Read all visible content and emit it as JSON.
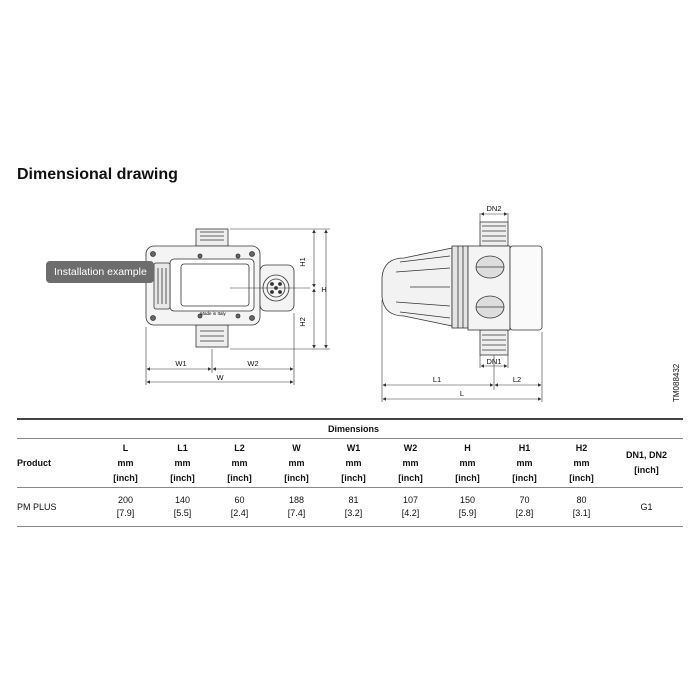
{
  "title": "Dimensional drawing",
  "tooltip": "Installation example",
  "drawing_code": "TM088432",
  "front_view": {
    "dims": {
      "h": "H",
      "h1": "H1",
      "h2": "H2",
      "w": "W",
      "w1": "W1",
      "w2": "W2"
    },
    "badge": "Made in Italy"
  },
  "side_view": {
    "dims": {
      "dn1": "DN1",
      "dn2": "DN2",
      "l": "L",
      "l1": "L1",
      "l2": "L2"
    }
  },
  "table": {
    "group_header": "Dimensions",
    "product_header": "Product",
    "columns": [
      {
        "name": "L",
        "unit1": "mm",
        "unit2": "[inch]"
      },
      {
        "name": "L1",
        "unit1": "mm",
        "unit2": "[inch]"
      },
      {
        "name": "L2",
        "unit1": "mm",
        "unit2": "[inch]"
      },
      {
        "name": "W",
        "unit1": "mm",
        "unit2": "[inch]"
      },
      {
        "name": "W1",
        "unit1": "mm",
        "unit2": "[inch]"
      },
      {
        "name": "W2",
        "unit1": "mm",
        "unit2": "[inch]"
      },
      {
        "name": "H",
        "unit1": "mm",
        "unit2": "[inch]"
      },
      {
        "name": "H1",
        "unit1": "mm",
        "unit2": "[inch]"
      },
      {
        "name": "H2",
        "unit1": "mm",
        "unit2": "[inch]"
      }
    ],
    "last_col": {
      "name": "DN1, DN2",
      "unit": "[inch]"
    },
    "rows": [
      {
        "product": "PM PLUS",
        "values": [
          {
            "mm": "200",
            "inch": "[7.9]"
          },
          {
            "mm": "140",
            "inch": "[5.5]"
          },
          {
            "mm": "60",
            "inch": "[2.4]"
          },
          {
            "mm": "188",
            "inch": "[7.4]"
          },
          {
            "mm": "81",
            "inch": "[3.2]"
          },
          {
            "mm": "107",
            "inch": "[4.2]"
          },
          {
            "mm": "150",
            "inch": "[5.9]"
          },
          {
            "mm": "70",
            "inch": "[2.8]"
          },
          {
            "mm": "80",
            "inch": "[3.1]"
          }
        ],
        "dn": "G1"
      }
    ]
  }
}
